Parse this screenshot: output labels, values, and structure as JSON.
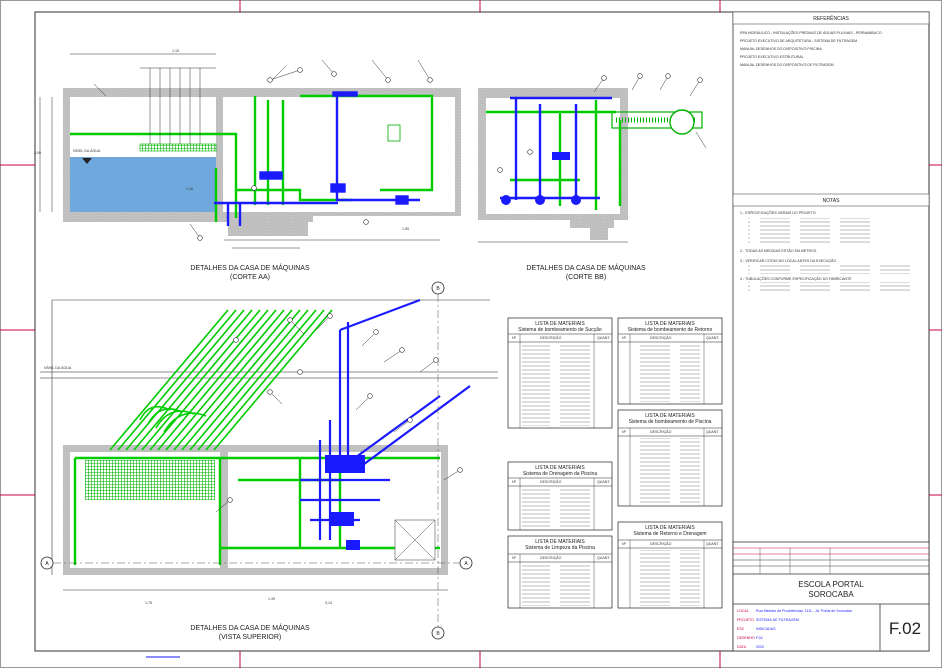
{
  "drawing": {
    "view_titles": [
      {
        "line1": "DETALHES DA CASA DE MÁQUINAS",
        "line2": "(CORTE AA)"
      },
      {
        "line1": "DETALHES DA CASA DE MÁQUINAS",
        "line2": "(CORTE BB)"
      },
      {
        "line1": "DETALHES DA CASA DE MÁQUINAS",
        "line2": "(VISTA SUPERIOR)"
      }
    ],
    "water_label": "NÍVEL DA ÁGUA",
    "section_markers": [
      "A",
      "A",
      "B",
      "B"
    ],
    "dimension_labels": [
      "1,15",
      "3,00",
      "1,16",
      "1,55",
      "1,75",
      "3,14",
      "3,14",
      "3,14",
      "1,39"
    ]
  },
  "references": {
    "header": "REFERÊNCIAS",
    "lines": [
      "RPA HIDRÁULICO - INSTALAÇÕES PREDIAIS DE ÁGUAS PLUVIAIS - PERNAMBUCO",
      "PROJETO EXECUTIVO DE ARQUITETURA - SISTEMA DE FILTRAGEM",
      "MANUAL DESENHOS DO DISPOSITIVO PISCINA",
      "PROJETO EXECUTIVO ESTRUTURAL",
      "MANUAL DESENHOS DO DISPOSITIVO DE FILTRAGEM"
    ]
  },
  "notes": {
    "header": "NOTAS",
    "lines": [
      "1 - ESPECIFICAÇÕES GERAIS DO PROJETO",
      "2 - TODAS AS MEDIDAS ESTÃO EM METROS",
      "3 - VERIFICAR COTAS NO LOCAL ANTES DA EXECUÇÃO",
      "4 - TUBULAÇÕES CONFORME ESPECIFICAÇÃO DO FABRICANTE"
    ]
  },
  "materials_tables": [
    {
      "title": "LISTA DE MATERIAIS",
      "subtitle": "Sistema de bombeamento de Sucção",
      "col_n": "Nº",
      "col_desc": "DESCRIÇÃO",
      "col_qty": "QUANT."
    },
    {
      "title": "LISTA DE MATERIAIS",
      "subtitle": "Sistema de bombeamento de Retorno",
      "col_n": "Nº",
      "col_desc": "DESCRIÇÃO",
      "col_qty": "QUANT."
    },
    {
      "title": "LISTA DE MATERIAIS",
      "subtitle": "Sistema de bombeamento de Piscina",
      "col_n": "Nº",
      "col_desc": "DESCRIÇÃO",
      "col_qty": "QUANT."
    },
    {
      "title": "LISTA DE MATERIAIS",
      "subtitle": "Sistema de Drenagem da Piscina",
      "col_n": "Nº",
      "col_desc": "DESCRIÇÃO",
      "col_qty": "QUANT."
    },
    {
      "title": "LISTA DE MATERIAIS",
      "subtitle": "Sistema de Limpeza da Piscina",
      "col_n": "Nº",
      "col_desc": "DESCRIÇÃO",
      "col_qty": "QUANT."
    },
    {
      "title": "LISTA DE MATERIAIS",
      "subtitle": "Sistema de Retorno e Drenagem",
      "col_n": "Nº",
      "col_desc": "DESCRIÇÃO",
      "col_qty": "QUANT."
    }
  ],
  "title_block": {
    "project_line1": "ESCOLA PORTAL",
    "project_line2": "SOROCABA",
    "sheet_number": "F.02",
    "fields": [
      {
        "label": "LOCAL",
        "value": "Rua Ministro de Providências, 1111 - Jd. Portal de Sorocaba"
      },
      {
        "label": "PROJETO",
        "value": "SISTEMA DE FILTRAGEM"
      },
      {
        "label": "ESC",
        "value": "INDICADAS"
      },
      {
        "label": "DESENHO",
        "value": "F.02"
      },
      {
        "label": "DATA",
        "value": "2020"
      }
    ]
  },
  "colors": {
    "suction_pipe": "#00cc00",
    "return_pipe": "#1a1aff",
    "water": "#6fa8dc",
    "concrete": "#bdbdbd",
    "margin_mark": "#cc0044"
  }
}
